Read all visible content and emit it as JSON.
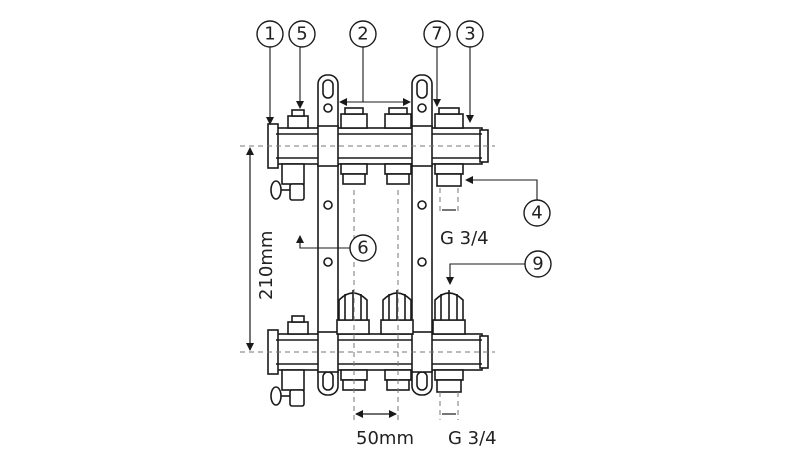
{
  "callouts": [
    {
      "id": "c1",
      "label": "1"
    },
    {
      "id": "c5",
      "label": "5"
    },
    {
      "id": "c2",
      "label": "2"
    },
    {
      "id": "c7",
      "label": "7"
    },
    {
      "id": "c3",
      "label": "3"
    },
    {
      "id": "c4",
      "label": "4"
    },
    {
      "id": "c6",
      "label": "6"
    },
    {
      "id": "c9",
      "label": "9"
    }
  ],
  "dimensions": {
    "height_label": "210mm",
    "spacing_label": "50mm",
    "thread_top_label": "G 3/4",
    "thread_bottom_label": "G 3/4"
  },
  "colors": {
    "stroke": "#1a1a1a",
    "fill": "#ffffff",
    "dash": "#777777"
  }
}
